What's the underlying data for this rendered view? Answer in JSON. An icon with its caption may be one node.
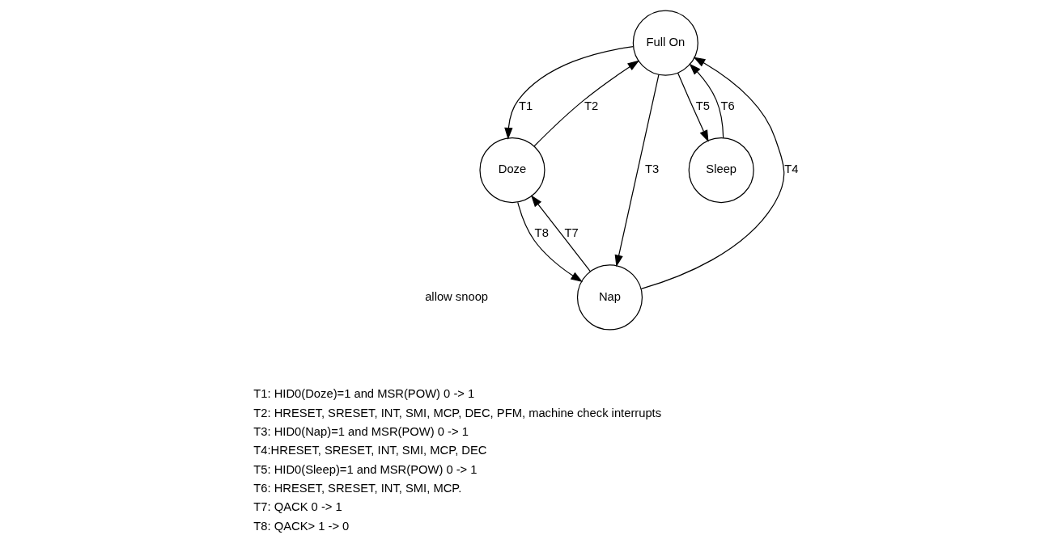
{
  "diagram": {
    "nodes": [
      {
        "text": [
          "Full On"
        ]
      },
      {
        "text": [
          "Doze"
        ]
      },
      {
        "text": [
          "Nap"
        ]
      },
      {
        "text": [
          "Sleep"
        ]
      }
    ],
    "edges": [
      {
        "from": 0,
        "to": 1,
        "arrow": "to",
        "label": "T1"
      },
      {
        "from": 1,
        "to": 0,
        "arrow": "to",
        "label": "T2"
      },
      {
        "from": 0,
        "to": 2,
        "arrow": "to",
        "label": "T3"
      },
      {
        "from": 2,
        "to": 0,
        "arrow": "to",
        "label": "T4"
      },
      {
        "from": 0,
        "to": 3,
        "arrow": "to",
        "label": "T5"
      },
      {
        "from": 3,
        "to": 0,
        "arrow": "to",
        "label": "T6"
      },
      {
        "from": 2,
        "to": 1,
        "arrow": "to",
        "label": "T7"
      },
      {
        "from": 1,
        "to": 2,
        "arrow": "to",
        "label": "T8"
      }
    ],
    "labels": [
      "allow snoop",
      "T1: HID0(Doze)=1 and MSR(POW) 0 -> 1",
      "T2: HRESET, SRESET, INT, SMI, MCP, DEC, PFM, machine check interrupts",
      "T3: HID0(Nap)=1 and MSR(POW) 0 -> 1",
      "T4:HRESET, SRESET, INT, SMI, MCP, DEC",
      "T5: HID0(Sleep)=1 and MSR(POW) 0 -> 1",
      "T6: HRESET, SRESET, INT, SMI, MCP.",
      "T7: QACK 0 -> 1",
      "T8: QACK> 1 -> 0"
    ]
  }
}
